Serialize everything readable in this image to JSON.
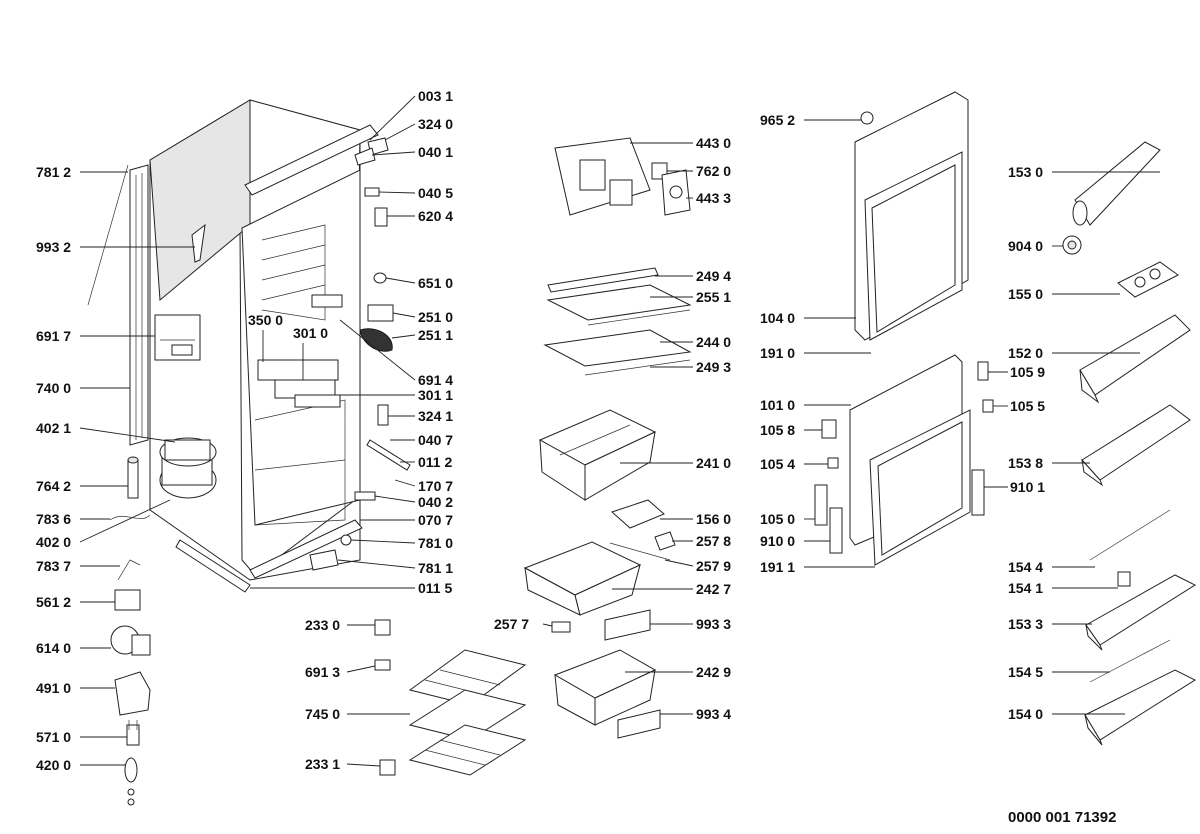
{
  "labels": {
    "l0031": "003 1",
    "l3240": "324 0",
    "l0401": "040 1",
    "l0405": "040 5",
    "l6204": "620 4",
    "l6510": "651 0",
    "l2510": "251 0",
    "l2511": "251 1",
    "l6914": "691 4",
    "l3011": "301 1",
    "l3241": "324 1",
    "l0407": "040 7",
    "l0112": "011 2",
    "l1707": "170 7",
    "l0402": "040 2",
    "l0707": "070 7",
    "l7810": "781 0",
    "l7811": "781 1",
    "l0115": "011 5",
    "l3500": "350 0",
    "l3010": "301 0",
    "l7812": "781 2",
    "l9932": "993 2",
    "l6917": "691 7",
    "l7400": "740 0",
    "l4021": "402 1",
    "l7642": "764 2",
    "l7836": "783 6",
    "l4020": "402 0",
    "l7837": "783 7",
    "l5612": "561 2",
    "l6140": "614 0",
    "l4910": "491 0",
    "l5710": "571 0",
    "l4200": "420 0",
    "l4430": "443 0",
    "l7620": "762 0",
    "l4433": "443 3",
    "l2494": "249 4",
    "l2551": "255 1",
    "l2440": "244 0",
    "l2493": "249 3",
    "l2410": "241 0",
    "l1560": "156 0",
    "l2578": "257 8",
    "l2579": "257 9",
    "l2427": "242 7",
    "l2577": "257 7",
    "l9933": "993 3",
    "l2429": "242 9",
    "l9934": "993 4",
    "l2330": "233 0",
    "l6913": "691 3",
    "l7450": "745 0",
    "l2331": "233 1",
    "l9652": "965 2",
    "l1040": "104 0",
    "l1910": "191 0",
    "l1010": "101 0",
    "l1059": "105 9",
    "l1058": "105 8",
    "l1055": "105 5",
    "l1054": "105 4",
    "l1050": "105 0",
    "l9100": "910 0",
    "l9101": "910 1",
    "l1911": "191 1",
    "l1530": "153 0",
    "l9040": "904 0",
    "l1550": "155 0",
    "l1520": "152 0",
    "l1538": "153 8",
    "l1544": "154 4",
    "l1541": "154 1",
    "l1533": "153 3",
    "l1545": "154 5",
    "l1540": "154 0"
  },
  "footer": {
    "drawing_number": "0000 001 71392"
  }
}
